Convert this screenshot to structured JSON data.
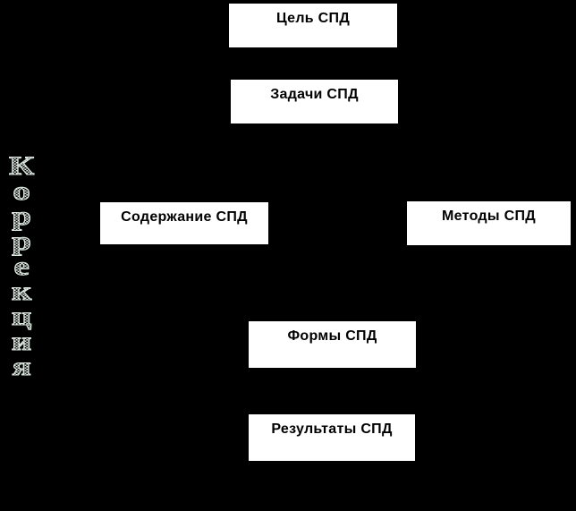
{
  "diagram": {
    "background_color": "#000000",
    "box_fill_color": "#ffffff",
    "box_text_color": "#000000",
    "correction_label": {
      "text": "Коррекция",
      "color": "#dde8e1",
      "orientation": "vertical"
    },
    "boxes": [
      {
        "id": "goal",
        "label": "Цель СПД"
      },
      {
        "id": "tasks",
        "label": "Задачи СПД"
      },
      {
        "id": "content",
        "label": "Содержание СПД"
      },
      {
        "id": "methods",
        "label": "Методы СПД"
      },
      {
        "id": "forms",
        "label": "Формы СПД"
      },
      {
        "id": "results",
        "label": "Результаты СПД"
      }
    ]
  }
}
